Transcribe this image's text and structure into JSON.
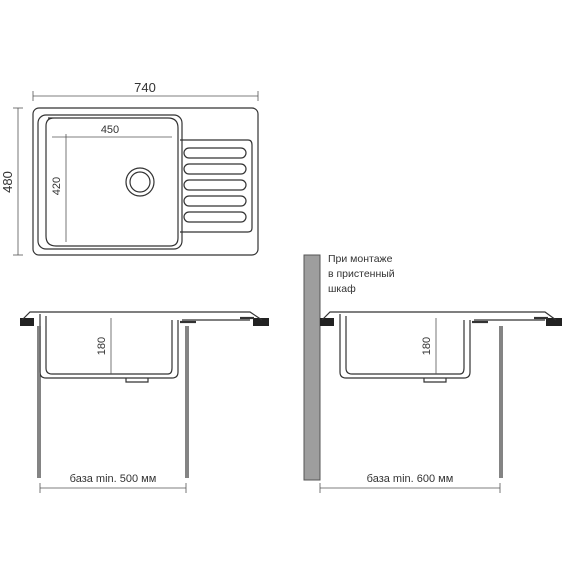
{
  "top_view": {
    "overall_width": "740",
    "overall_depth": "480",
    "bowl_width": "450",
    "bowl_depth": "420"
  },
  "section_left": {
    "bowl_depth": "180",
    "base_label": "база min. 500 мм"
  },
  "section_right": {
    "bowl_depth": "180",
    "base_label": "база min. 600 мм",
    "note_lines": [
      "При монтаже",
      "в пристенный",
      "шкаф"
    ]
  }
}
